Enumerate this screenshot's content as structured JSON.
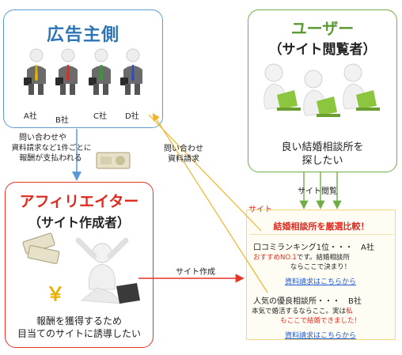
{
  "advertiser": {
    "title": "広告主側",
    "companies": [
      "A社",
      "B社",
      "C社",
      "D社"
    ],
    "tie_colors": [
      "#e8b100",
      "#d73027",
      "#2ca02c",
      "#2b4fbf"
    ]
  },
  "user": {
    "title": "ユーザー",
    "subtitle": "（サイト閲覧者）",
    "caption_line1": "良い結婚相談所を",
    "caption_line2": "探したい"
  },
  "affiliator": {
    "title": "アフィリエイター",
    "subtitle": "（サイト作成者）",
    "caption_line1": "報酬を獲得するため",
    "caption_line2": "目当てのサイトに誘導したい",
    "yen": "￥"
  },
  "site": {
    "label": "サイト",
    "header": "結婚相談所を厳選比較！",
    "entry1": {
      "heading": "口コミランキング1位・・・　A社",
      "highlight": "おすすめNO.1",
      "text_rest": "です。結婚相談所",
      "text_line2": "ならここで決まり！",
      "link": "資料請求はこちらから"
    },
    "entry2": {
      "heading": "人気の優良相談所・・・　B社",
      "text_line1a": "本気で婚活するならここ。実は",
      "text_line1b": "私",
      "text_line2": "もここで結婚できました！",
      "link": "資料請求はこちらから"
    }
  },
  "arrows": {
    "reward": [
      "問い合わせや",
      "資料請求など1件ごとに",
      "報酬が支払われる"
    ],
    "inquiry": [
      "問い合わせ",
      "資料請求"
    ],
    "browse": "サイト閲覧",
    "create": "サイト作成"
  },
  "colors": {
    "blue": "#5b9bd5",
    "green": "#70ad47",
    "red": "#e6352b",
    "yellow": "#f5c74a"
  }
}
